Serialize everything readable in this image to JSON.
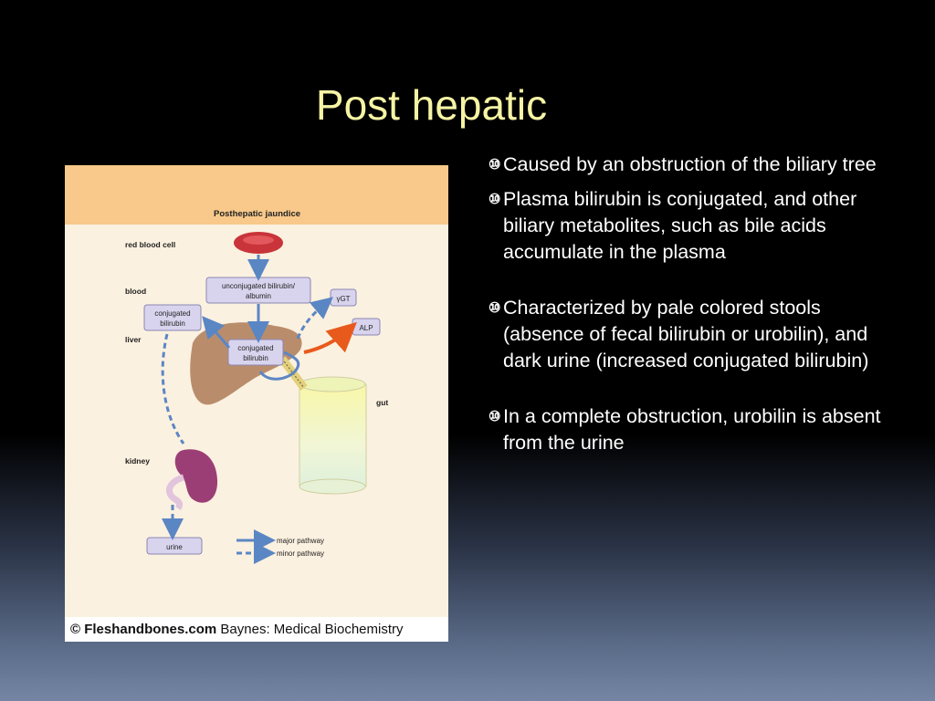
{
  "slide": {
    "title": "Post hepatic",
    "bullet_marker": "⑩",
    "bullets": [
      "Caused by an obstruction of the biliary tree",
      "Plasma bilirubin is conjugated, and other biliary metabolites, such as bile acids accumulate in the plasma",
      "Characterized by pale colored stools (absence of fecal bilirubin or urobilin), and dark urine (increased conjugated bilirubin)",
      "In a complete obstruction, urobilin is absent from the urine"
    ]
  },
  "figure": {
    "heading": "Posthepatic jaundice",
    "labels": {
      "red_blood_cell": "red blood cell",
      "blood": "blood",
      "liver": "liver",
      "kidney": "kidney",
      "gut": "gut"
    },
    "boxes": {
      "unconjugated_1": "unconjugated bilirubin/",
      "unconjugated_2": "albumin",
      "conj_blood_1": "conjugated",
      "conj_blood_2": "bilirubin",
      "conj_liver_1": "conjugated",
      "conj_liver_2": "bilirubin",
      "ggt": "γGT",
      "alp": "ALP",
      "urine": "urine"
    },
    "legend": {
      "major": "major pathway",
      "minor": "minor pathway"
    },
    "credit_logo": "© Fleshandbones.com",
    "credit_source": " Baynes: Medical Biochemistry",
    "colors": {
      "header_band": "#f8c98a",
      "background": "#fbf1e0",
      "arrow_blue": "#5b86c4",
      "box_fill": "#d9d4ee",
      "liver": "#b98d6c",
      "kidney": "#9c3e76",
      "alp_arrow": "#e85a1c"
    }
  }
}
